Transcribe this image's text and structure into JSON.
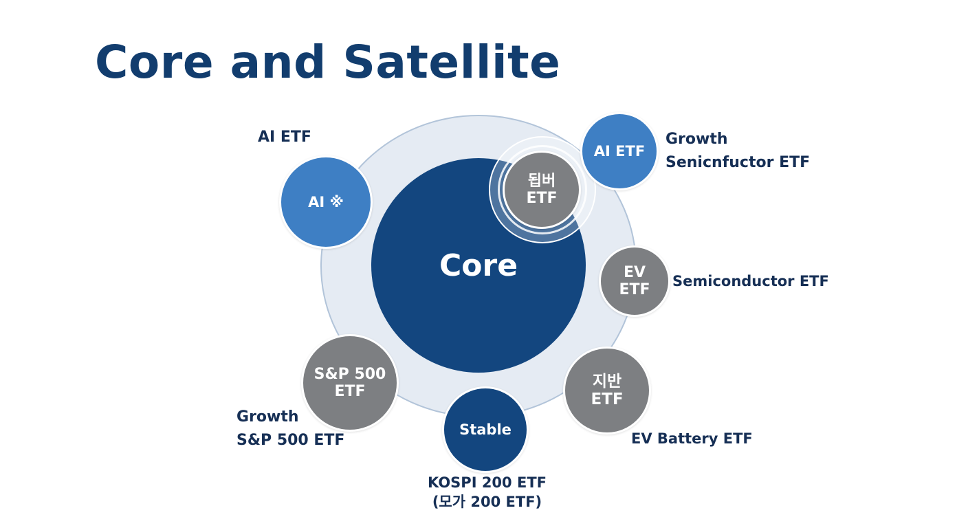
{
  "title": "Core and Satellite",
  "core": {
    "label": "Core"
  },
  "bubbles": {
    "ai_left": "AI ※",
    "ai_right": "AI ETF",
    "center_small": "됩버\nETF",
    "ev": "EV\nETF",
    "korean_right": "지반\nETF",
    "stable": "Stable",
    "sp500": "S&P 500\nETF"
  },
  "labels": {
    "ai_left_top": "AI ETF",
    "growth_right_1": "Growth",
    "growth_right_2": "Senicnfuctor ETF",
    "semiconductor": "Semiconductor ETF",
    "ev_battery": "EV Battery ETF",
    "kospi_1": "KOSPI 200 ETF",
    "kospi_2": "(모가 200 ETF)",
    "growth_left_1": "Growth",
    "growth_left_2": "S&P 500 ETF"
  },
  "colors": {
    "title": "#123d6e",
    "core": "#13467f",
    "satellite_blue": "#3e7fc4",
    "satellite_gray": "#7d7f82",
    "halo": "#e5ebf3"
  }
}
